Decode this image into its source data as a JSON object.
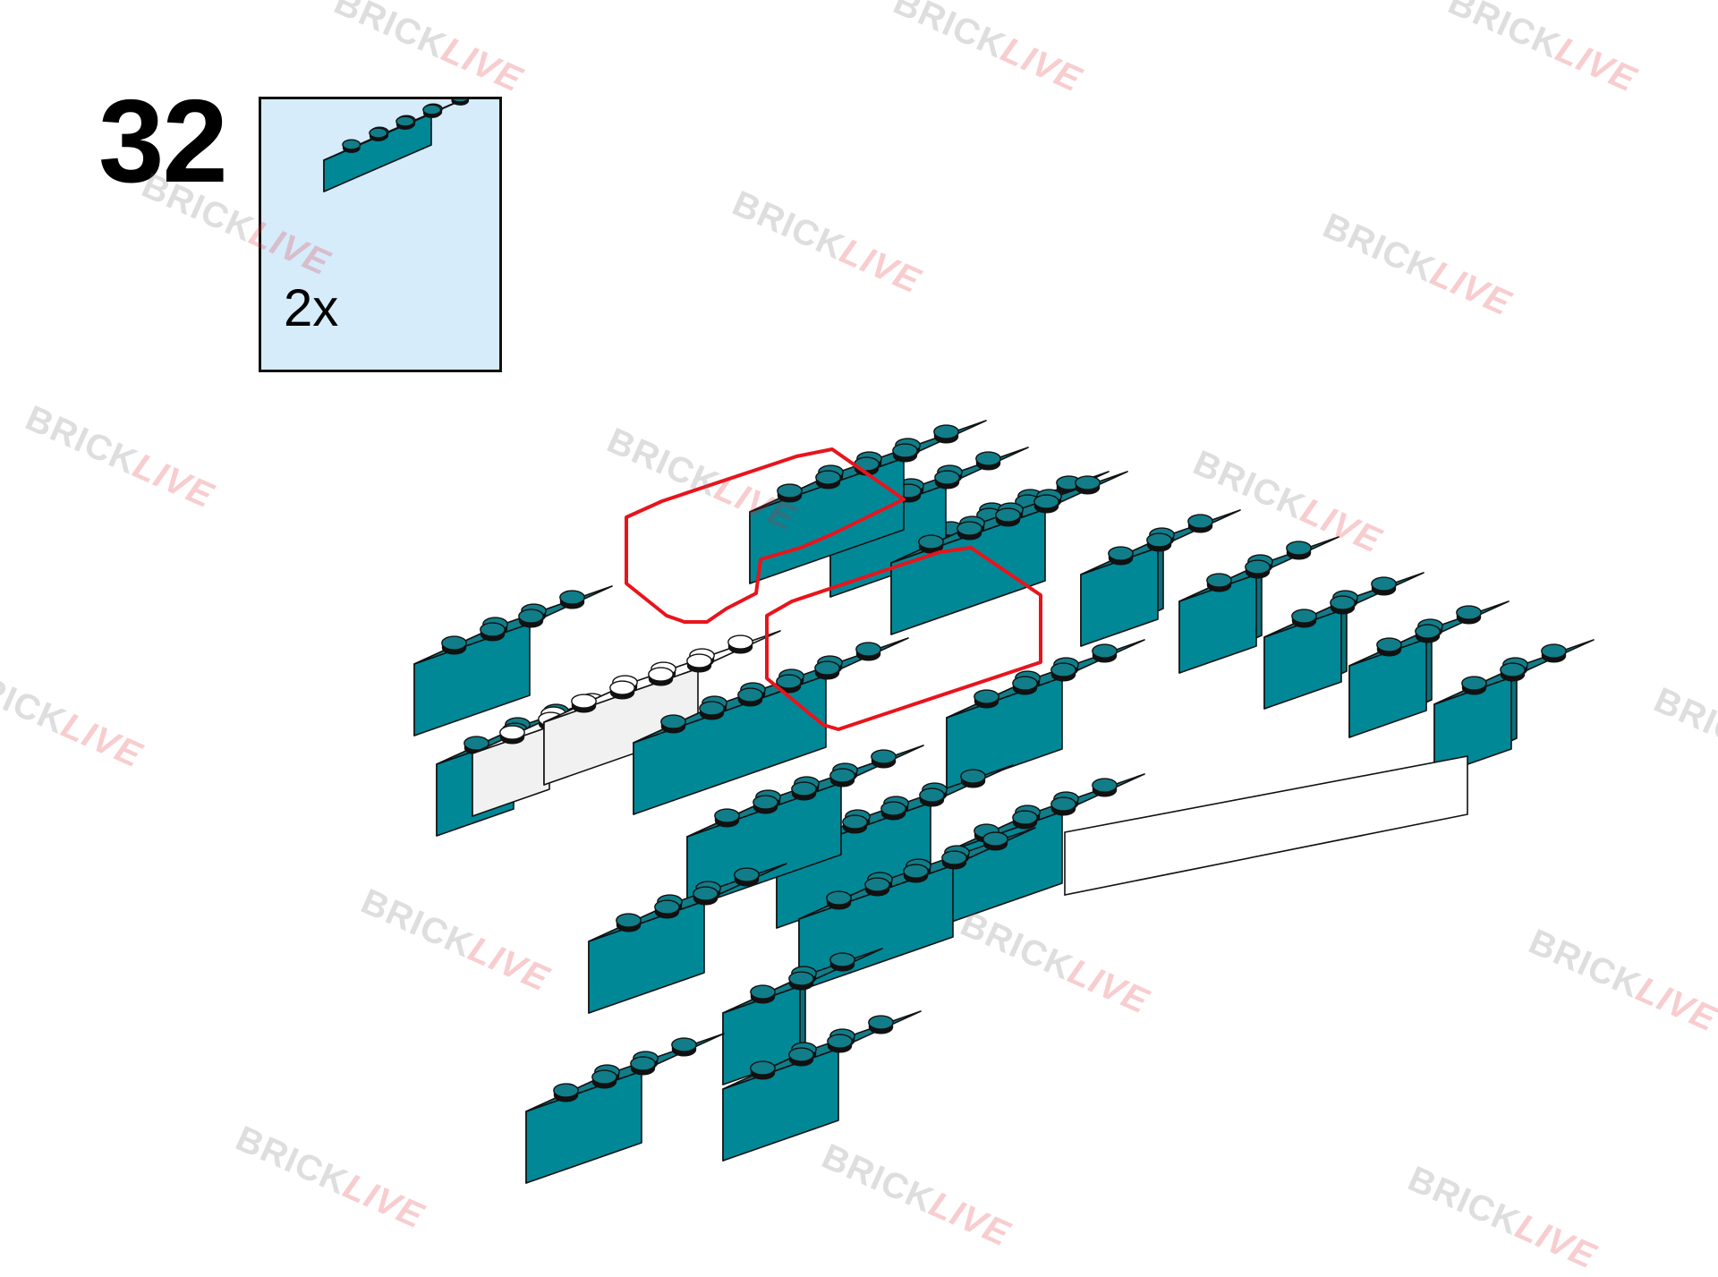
{
  "step": {
    "number": "32"
  },
  "parts_list": {
    "quantity": "2x",
    "part": "brick-2x4-icon"
  },
  "watermark": {
    "text_a": "BRICK",
    "text_b": "LIVE"
  },
  "colors": {
    "teal_top": "#117d89",
    "teal_front": "#008897",
    "teal_side": "#0b6f79",
    "white_top": "#ffffff",
    "white_side": "#f1f1f1",
    "outline": "#111111",
    "highlight": "#e8141c",
    "parts_bg": "#d6ecfb",
    "watermark_grey": "#6d6d6d",
    "watermark_red": "#e0202a"
  }
}
